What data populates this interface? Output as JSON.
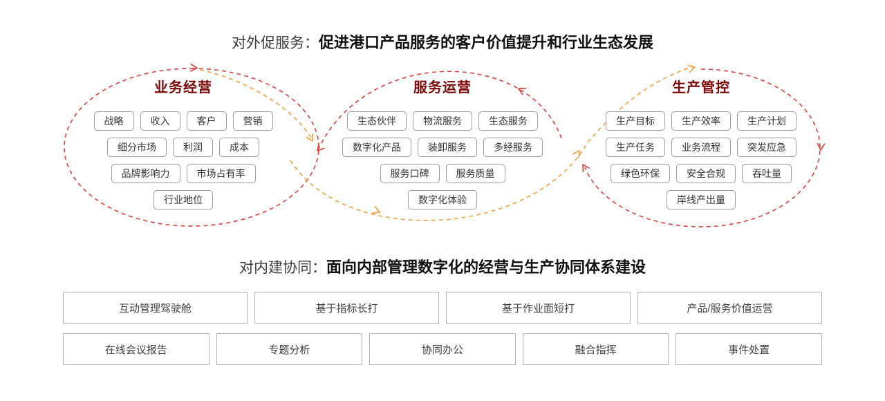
{
  "top_banner": {
    "label": "对外促服务：",
    "title": "促进港口产品服务的客户价值提升和行业生态发展"
  },
  "bottom_banner": {
    "label": "对内建协同：",
    "title": "面向内部管理数字化的经营与生产协同体系建设"
  },
  "sections": [
    {
      "title": "业务经营",
      "rows": [
        [
          "战略",
          "收入",
          "客户",
          "营销"
        ],
        [
          "细分市场",
          "利润",
          "成本"
        ],
        [
          "品牌影响力",
          "市场占有率"
        ],
        [
          "行业地位"
        ]
      ]
    },
    {
      "title": "服务运营",
      "rows": [
        [
          "生态伙伴",
          "物流服务",
          "生态服务"
        ],
        [
          "数字化产品",
          "装卸服务",
          "多经服务"
        ],
        [
          "服务口碑",
          "服务质量"
        ],
        [
          "数字化体验"
        ]
      ]
    },
    {
      "title": "生产管控",
      "rows": [
        [
          "生产目标",
          "生产效率",
          "生产计划"
        ],
        [
          "生产任务",
          "业务流程",
          "突发应急"
        ],
        [
          "绿色环保",
          "安全合规",
          "吞吐量"
        ],
        [
          "岸线产出量"
        ]
      ]
    }
  ],
  "bottom_grid": {
    "row1": [
      "互动管理驾驶舱",
      "基于指标长打",
      "基于作业面短打",
      "产品/服务价值运营"
    ],
    "row2": [
      "在线会议报告",
      "专题分析",
      "协同办公",
      "融合指挥",
      "事件处置"
    ]
  },
  "colors": {
    "loop_red": "#dc4b47",
    "loop_orange": "#f3a44c",
    "section_title": "#7c0808",
    "chip_border": "#9c9c9c",
    "box_border": "#b2b2b2"
  }
}
